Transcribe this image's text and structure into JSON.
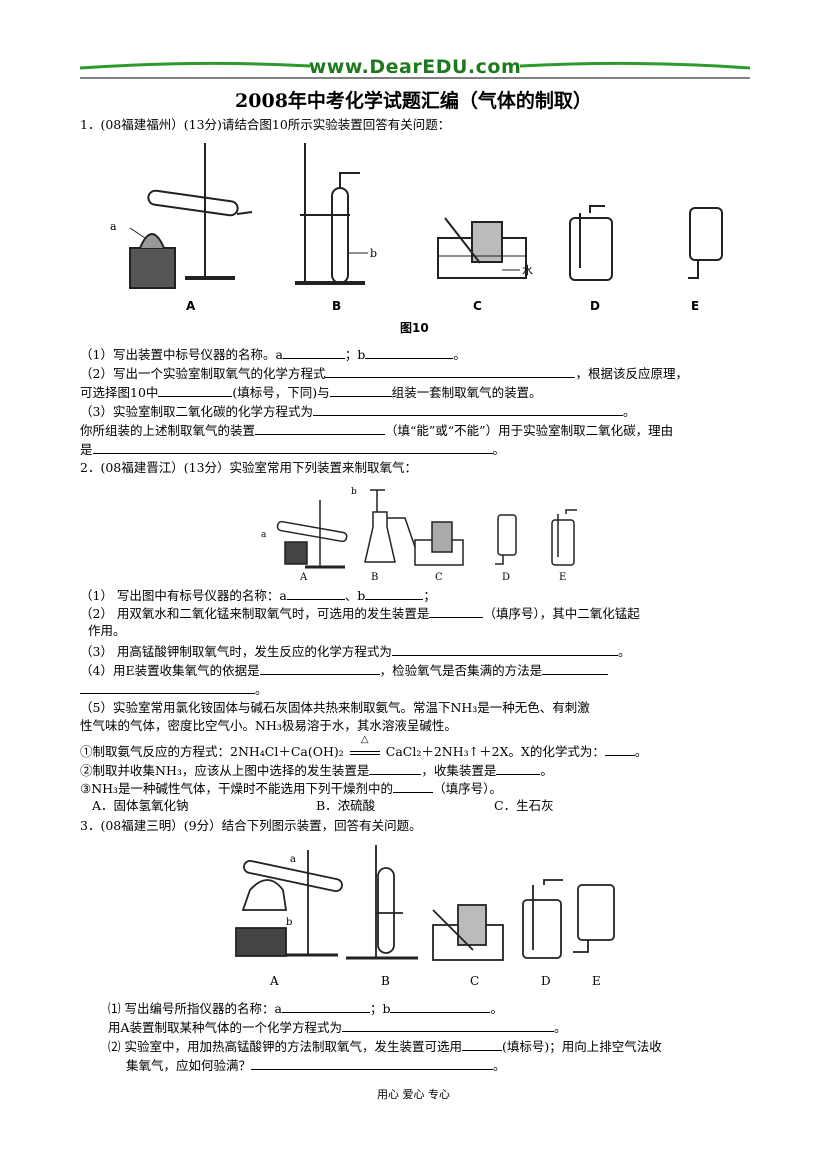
{
  "header": {
    "brand": "www.DearEDU.com"
  },
  "title": "2008年中考化学试题汇编（气体的制取）",
  "q1": {
    "stem": "1．(08福建福州）(13分)请结合图10所示实验装置回答有关问题：",
    "fig_caption": "图10",
    "fig_labels": [
      "a",
      "b",
      "水"
    ],
    "apparatus": [
      "A",
      "B",
      "C",
      "D",
      "E"
    ],
    "p1": {
      "a": "（1）写出装置中标号仪器的名称。a",
      "b": "；b",
      "c": "。"
    },
    "p2a": {
      "a": "（2）写出一个实验室制取氧气的化学方程式",
      "b": "，根据该反应原理，"
    },
    "p2b": {
      "a": "可选择图10中",
      "b": "(填标号，下同)与",
      "c": "组装一套制取氧气的装置。"
    },
    "p3a": {
      "a": "（3）实验室制取二氧化碳的化学方程式为",
      "b": "。"
    },
    "p3b": {
      "a": "你所组装的上述制取氧气的装置",
      "b": "（填“能”或“不能”）用于实验室制取二氧化碳，理由"
    },
    "p3c": {
      "a": "是",
      "b": "。"
    }
  },
  "q2": {
    "stem": "2．(08福建晋江）(13分）实验室常用下列装置来制取氧气：",
    "fig_labels": [
      "a",
      "b"
    ],
    "apparatus": [
      "A",
      "B",
      "C",
      "D",
      "E"
    ],
    "p1": {
      "a": "（1）  写出图中有标号仪器的名称：a",
      "b": "、b",
      "c": "；"
    },
    "p2a": {
      "a": "（2）  用双氧水和二氧化锰来制取氧气时，可选用的发生装置是",
      "b": "（填序号），其中二氧化锰起"
    },
    "p2b": "作用。",
    "p3": {
      "a": "（3）  用高锰酸钾制取氧气时，发生反应的化学方程式为",
      "b": "。"
    },
    "p4a": {
      "a": "（4）用E装置收集氧气的依据是",
      "b": "，检验氧气是否集满的方法是"
    },
    "p4b": "。",
    "p5a": "（5）实验室常用氯化铵固体与碱石灰固体共热来制取氨气。常温下NH₃是一种无色、有刺激",
    "p5b": "性气味的气体，密度比空气小。NH₃极易溶于水，其水溶液呈碱性。",
    "s1": {
      "a": "①制取氨气反应的方程式：2NH₄Cl＋Ca(OH)₂",
      "delta": "△",
      "b": "CaCl₂＋2NH₃↑＋2X。X的化学式为：",
      "c": "。"
    },
    "s2": {
      "a": "②制取并收集NH₃，应该从上图中选择的发生装置是",
      "b": "，收集装置是",
      "c": "。"
    },
    "s3": {
      "a": "③NH₃是一种碱性气体，干燥时不能选用下列干燥剂中的",
      "b": "（填序号）。"
    },
    "options": [
      "A．固体氢氧化钠",
      "B．浓硫酸",
      "C．生石灰"
    ]
  },
  "q3": {
    "stem": "3．(08福建三明）(9分）结合下列图示装置，回答有关问题。",
    "fig_labels": [
      "a",
      "b"
    ],
    "apparatus": [
      "A",
      "B",
      "C",
      "D",
      "E"
    ],
    "p1": {
      "a": "⑴  写出编号所指仪器的名称：a",
      "b": "；b",
      "c": "。"
    },
    "p1b": {
      "a": "用A装置制取某种气体的一个化学方程式为",
      "b": "。"
    },
    "p2a": {
      "a": "⑵  实验室中，用加热高锰酸钾的方法制取氧气，发生装置可选用",
      "b": "(填标号)；用向上排空气法收"
    },
    "p2b": {
      "a": "集氧气，应如何验满？",
      "b": "。"
    }
  },
  "footer": "用心  爱心  专心"
}
